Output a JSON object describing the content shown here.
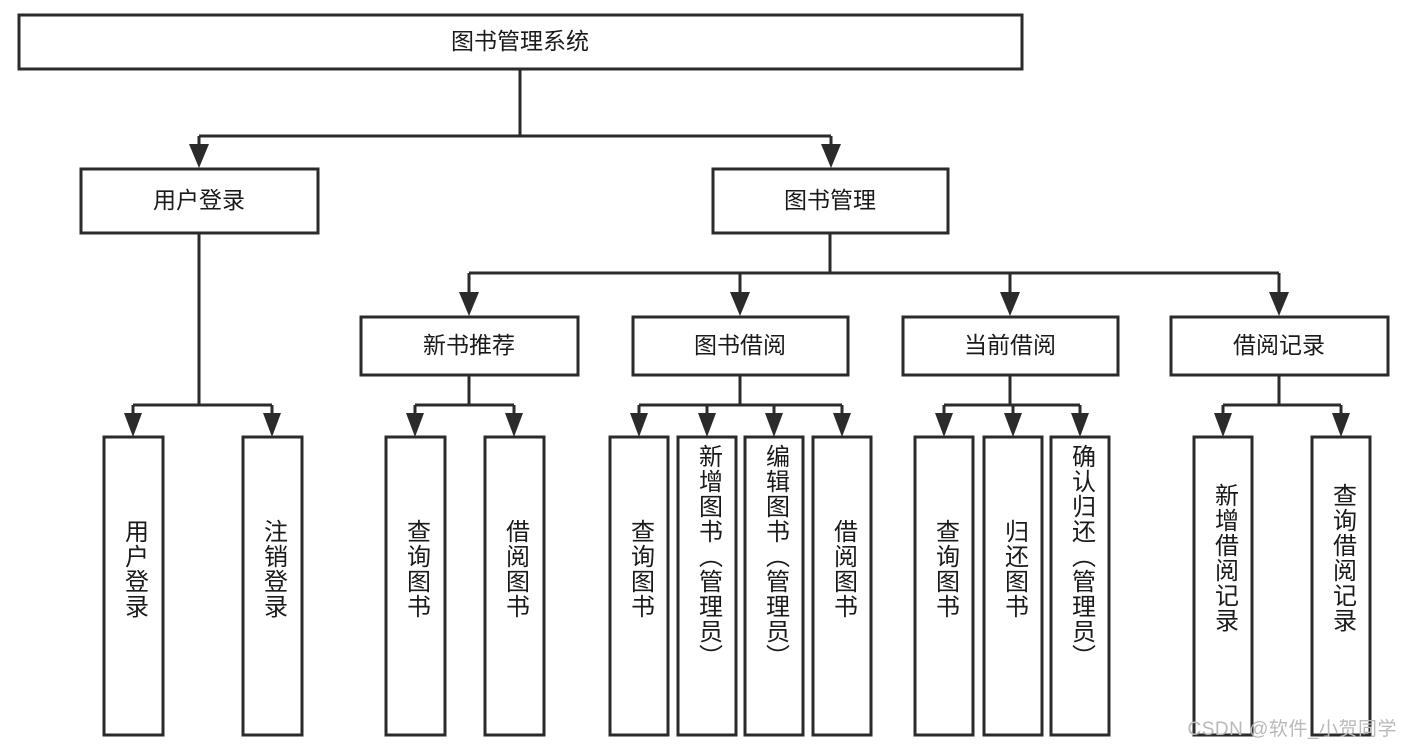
{
  "diagram": {
    "title": "图书管理系统",
    "type": "tree-hierarchy-chart",
    "root": {
      "id": "root",
      "label": "图书管理系统",
      "orientation": "horizontal"
    },
    "level2": [
      {
        "id": "user-login",
        "label": "用户登录",
        "orientation": "horizontal"
      },
      {
        "id": "book-manage",
        "label": "图书管理",
        "orientation": "horizontal"
      }
    ],
    "level3": [
      {
        "id": "new-book-recommend",
        "label": "新书推荐",
        "orientation": "horizontal",
        "parent": "book-manage"
      },
      {
        "id": "book-borrow",
        "label": "图书借阅",
        "orientation": "horizontal",
        "parent": "book-manage"
      },
      {
        "id": "current-borrow",
        "label": "当前借阅",
        "orientation": "horizontal",
        "parent": "book-manage"
      },
      {
        "id": "borrow-record",
        "label": "借阅记录",
        "orientation": "horizontal",
        "parent": "book-manage"
      }
    ],
    "leaves": [
      {
        "id": "leaf-user-login",
        "label": "用户登录",
        "parent": "user-login",
        "orientation": "vertical"
      },
      {
        "id": "leaf-logout-login",
        "label": "注销登录",
        "parent": "user-login",
        "orientation": "vertical"
      },
      {
        "id": "leaf-query-book-1",
        "label": "查询图书",
        "parent": "new-book-recommend",
        "orientation": "vertical"
      },
      {
        "id": "leaf-borrow-book-1",
        "label": "借阅图书",
        "parent": "new-book-recommend",
        "orientation": "vertical"
      },
      {
        "id": "leaf-query-book-2",
        "label": "查询图书",
        "parent": "book-borrow",
        "orientation": "vertical"
      },
      {
        "id": "leaf-add-book",
        "label": "新增图书（管理员）",
        "parent": "book-borrow",
        "orientation": "vertical"
      },
      {
        "id": "leaf-edit-book",
        "label": "编辑图书（管理员）",
        "parent": "book-borrow",
        "orientation": "vertical"
      },
      {
        "id": "leaf-borrow-book-2",
        "label": "借阅图书",
        "parent": "book-borrow",
        "orientation": "vertical"
      },
      {
        "id": "leaf-query-book-3",
        "label": "查询图书",
        "parent": "current-borrow",
        "orientation": "vertical"
      },
      {
        "id": "leaf-return-book",
        "label": "归还图书",
        "parent": "current-borrow",
        "orientation": "vertical"
      },
      {
        "id": "leaf-confirm-return",
        "label": "确认归还（管理员）",
        "parent": "current-borrow",
        "orientation": "vertical"
      },
      {
        "id": "leaf-add-record",
        "label": "新增借阅记录",
        "parent": "borrow-record",
        "orientation": "vertical"
      },
      {
        "id": "leaf-query-record",
        "label": "查询借阅记录",
        "parent": "borrow-record",
        "orientation": "vertical"
      }
    ]
  },
  "watermark": {
    "text": "CSDN @软件_小贺同学"
  },
  "colors": {
    "stroke": "#2b2b2b",
    "fill": "#ffffff",
    "text": "#1a1a1a",
    "watermark": "#b9b9b9",
    "background": "#ffffff"
  }
}
